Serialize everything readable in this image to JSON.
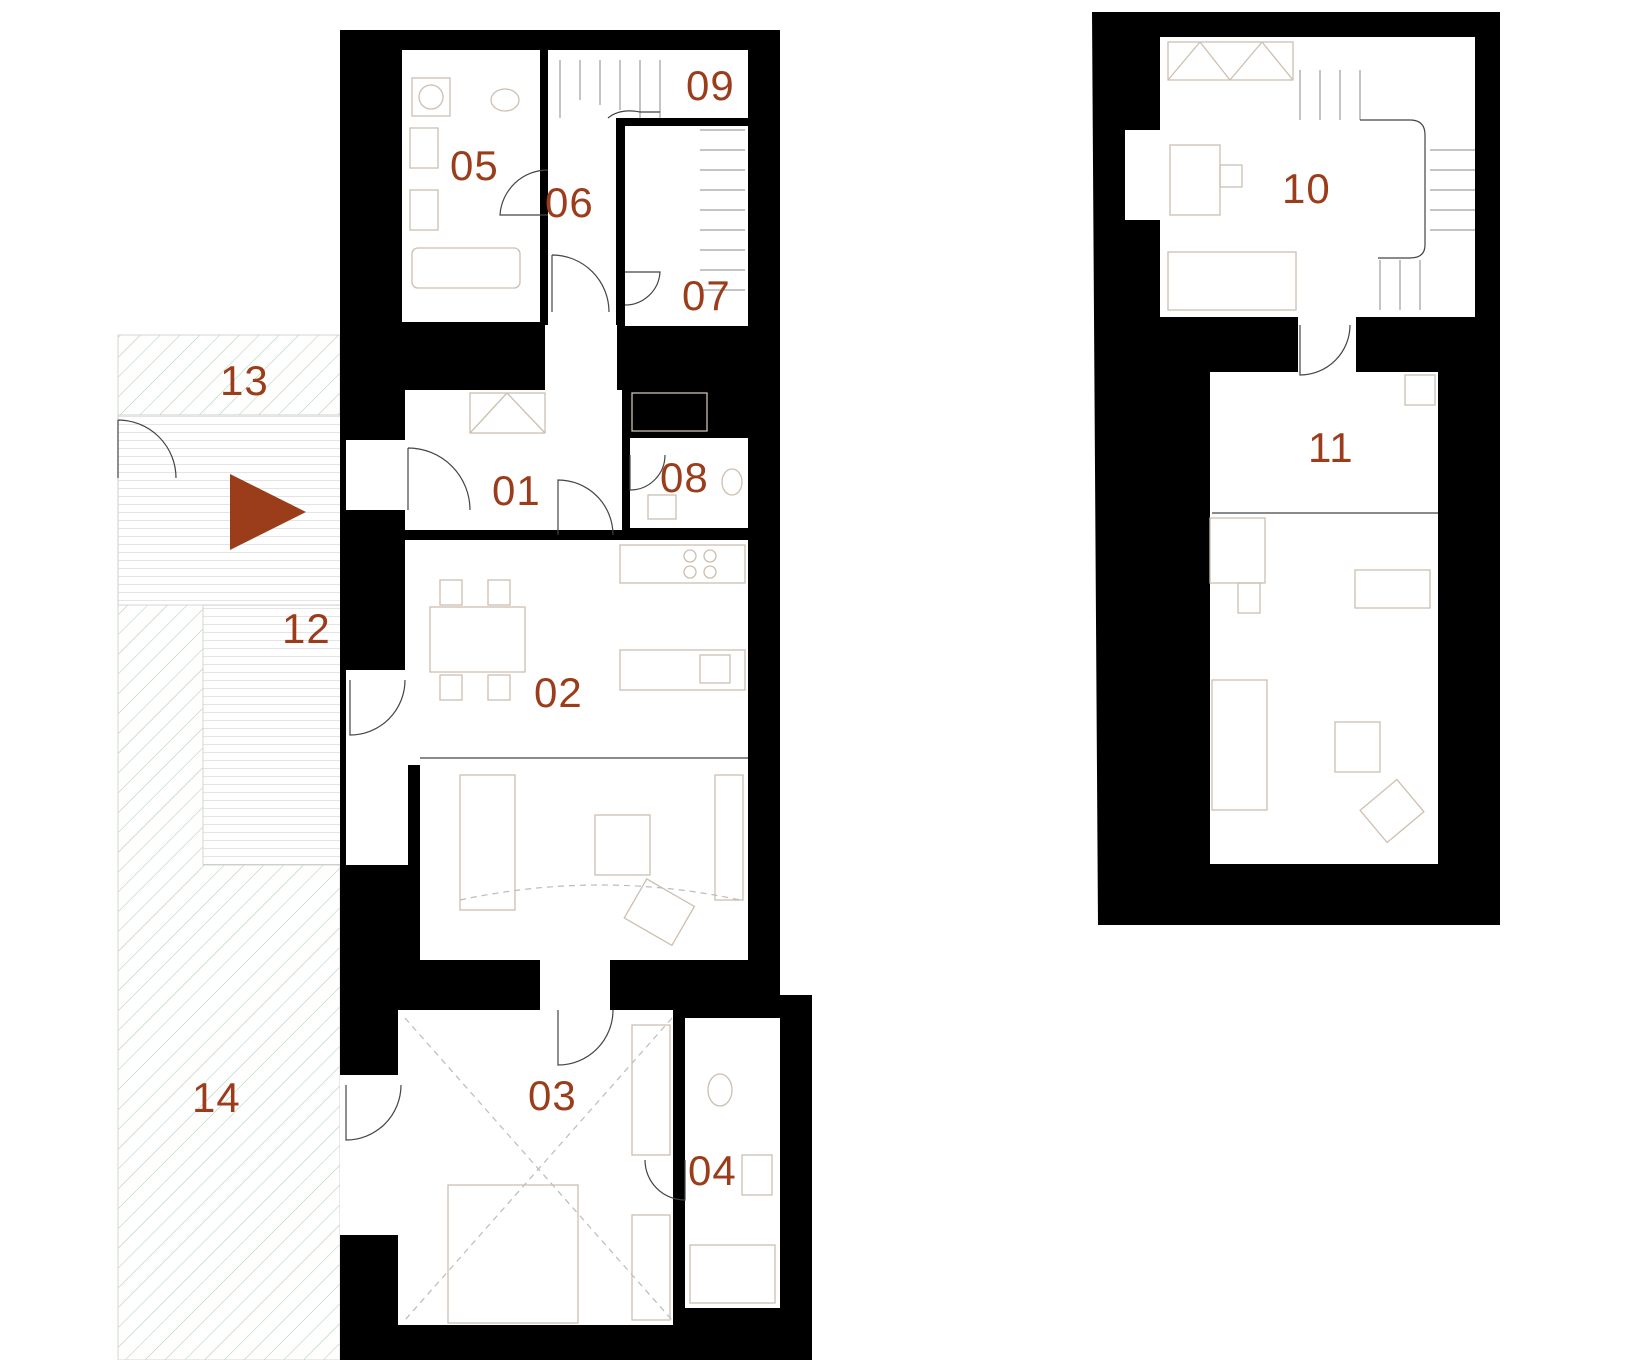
{
  "plan": {
    "rooms": [
      {
        "id": "01",
        "label": "01"
      },
      {
        "id": "02",
        "label": "02"
      },
      {
        "id": "03",
        "label": "03"
      },
      {
        "id": "04",
        "label": "04"
      },
      {
        "id": "05",
        "label": "05"
      },
      {
        "id": "06",
        "label": "06"
      },
      {
        "id": "07",
        "label": "07"
      },
      {
        "id": "08",
        "label": "08"
      },
      {
        "id": "09",
        "label": "09"
      },
      {
        "id": "10",
        "label": "10"
      },
      {
        "id": "11",
        "label": "11"
      },
      {
        "id": "12",
        "label": "12"
      },
      {
        "id": "13",
        "label": "13"
      },
      {
        "id": "14",
        "label": "14"
      }
    ],
    "colors": {
      "label": "#9b3d1b",
      "entrance_arrow": "#9b3d1b",
      "wall": "#000000",
      "furniture": "#cdbfb0",
      "terrace_hatch": "#a9c9a9"
    },
    "icons": {
      "entrance": "entrance-arrow-icon"
    }
  }
}
